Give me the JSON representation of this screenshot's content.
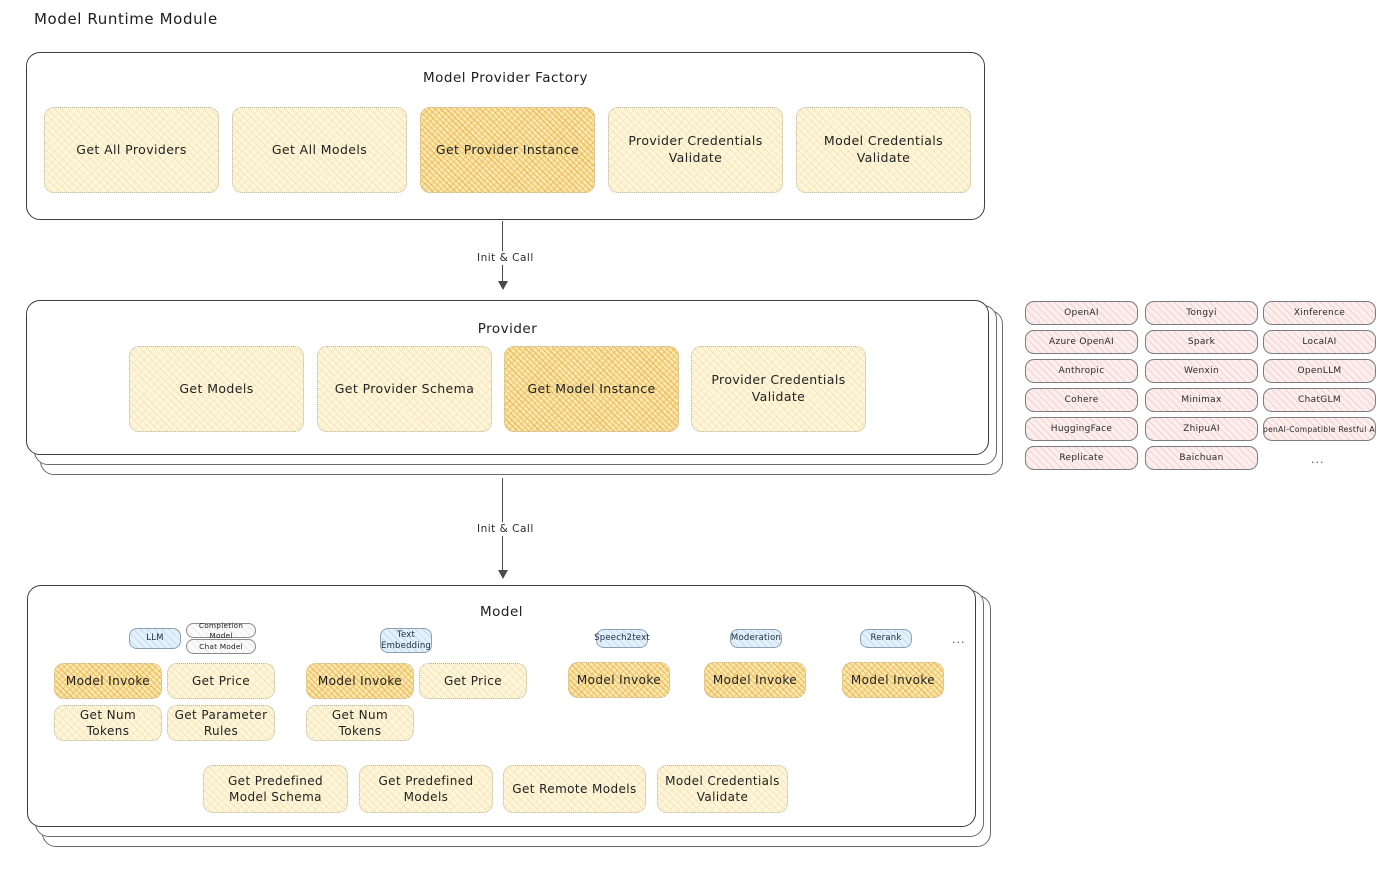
{
  "title": "Model Runtime Module",
  "sections": {
    "factory": {
      "title": "Model Provider Factory",
      "cards": [
        {
          "label": "Get All Providers",
          "highlighted": false
        },
        {
          "label": "Get All Models",
          "highlighted": false
        },
        {
          "label": "Get Provider Instance",
          "highlighted": true
        },
        {
          "label": "Provider Credentials Validate",
          "highlighted": false
        },
        {
          "label": "Model Credentials Validate",
          "highlighted": false
        }
      ]
    },
    "provider": {
      "title": "Provider",
      "cards": [
        {
          "label": "Get Models",
          "highlighted": false
        },
        {
          "label": "Get Provider Schema",
          "highlighted": false
        },
        {
          "label": "Get Model Instance",
          "highlighted": true
        },
        {
          "label": "Provider Credentials Validate",
          "highlighted": false
        }
      ]
    },
    "model": {
      "title": "Model",
      "ellipsis": "...",
      "columns": [
        {
          "badge": "LLM",
          "badge_style": "blue",
          "sub_badges": [
            "Completion Model",
            "Chat Model"
          ],
          "cards": [
            {
              "label": "Model Invoke",
              "highlighted": true
            },
            {
              "label": "Get Price",
              "highlighted": false
            },
            {
              "label": "Get Num Tokens",
              "highlighted": false
            },
            {
              "label": "Get Parameter Rules",
              "highlighted": false
            }
          ]
        },
        {
          "badge": "Text Embedding",
          "badge_style": "blue",
          "sub_badges": [],
          "cards": [
            {
              "label": "Model Invoke",
              "highlighted": true
            },
            {
              "label": "Get Price",
              "highlighted": false
            },
            {
              "label": "Get Num Tokens",
              "highlighted": false
            }
          ]
        },
        {
          "badge": "Speech2text",
          "badge_style": "blue",
          "sub_badges": [],
          "cards": [
            {
              "label": "Model Invoke",
              "highlighted": true
            }
          ]
        },
        {
          "badge": "Moderation",
          "badge_style": "blue",
          "sub_badges": [],
          "cards": [
            {
              "label": "Model Invoke",
              "highlighted": true
            }
          ]
        },
        {
          "badge": "Rerank",
          "badge_style": "blue",
          "sub_badges": [],
          "cards": [
            {
              "label": "Model Invoke",
              "highlighted": true
            }
          ]
        }
      ],
      "bottom_cards": [
        {
          "label": "Get Predefined Model Schema"
        },
        {
          "label": "Get Predefined Models"
        },
        {
          "label": "Get Remote Models"
        },
        {
          "label": "Model Credentials Validate"
        }
      ]
    }
  },
  "arrows": [
    {
      "label": "Init & Call"
    },
    {
      "label": "Init & Call"
    }
  ],
  "provider_list": {
    "ellipsis": "...",
    "columns": [
      [
        "OpenAI",
        "Azure OpenAI",
        "Anthropic",
        "Cohere",
        "HuggingFace",
        "Replicate"
      ],
      [
        "Tongyi",
        "Spark",
        "Wenxin",
        "Minimax",
        "ZhipuAI",
        "Baichuan"
      ],
      [
        "Xinference",
        "LocalAI",
        "OpenLLM",
        "ChatGLM",
        "OpenAI-Compatible Restful API"
      ]
    ]
  },
  "colors": {
    "card_fill": "#fdf6dd",
    "card_fill_highlight": "#fae7b4",
    "chip_fill": "#fdeeee",
    "badge_fill": "#e4f0fa",
    "stroke": "#3d3d3d"
  }
}
